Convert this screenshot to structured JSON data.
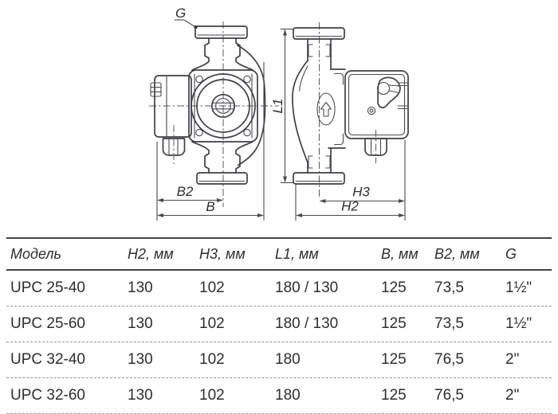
{
  "drawing": {
    "labels": {
      "thread_callout": "G",
      "width_partial": "B2",
      "width_total": "B",
      "length": "L1",
      "depth_partial": "H3",
      "depth_total": "H2"
    }
  },
  "table": {
    "columns": [
      "Модель",
      "H2, мм",
      "H3, мм",
      "L1, мм",
      "B, мм",
      "B2, мм",
      "G"
    ],
    "rows": [
      [
        "UPC 25-40",
        "130",
        "102",
        "180 / 130",
        "125",
        "73,5",
        "1½\""
      ],
      [
        "UPC 25-60",
        "130",
        "102",
        "180 / 130",
        "125",
        "73,5",
        "1½\""
      ],
      [
        "UPC 32-40",
        "130",
        "102",
        "180",
        "125",
        "76,5",
        "2\""
      ],
      [
        "UPC 32-60",
        "130",
        "102",
        "180",
        "125",
        "76,5",
        "2\""
      ]
    ]
  },
  "colors": {
    "line": "#3f3f47",
    "text": "#2d2d33",
    "row_separator": "#979797"
  }
}
